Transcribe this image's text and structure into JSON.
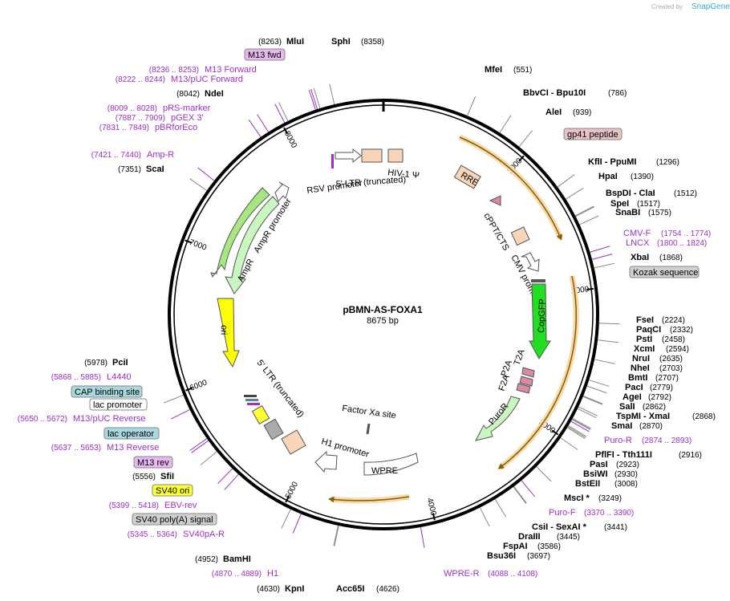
{
  "header": {
    "created_by": "Created by",
    "brand": "SnapGene"
  },
  "plasmid": {
    "name": "pBMN-AS-FOXA1",
    "length_label": "8675 bp",
    "total_bp": 8675
  },
  "ticks": [
    {
      "bp": 1000,
      "label": "1000"
    },
    {
      "bp": 2000,
      "label": "2000"
    },
    {
      "bp": 3000,
      "label": "3000"
    },
    {
      "bp": 4000,
      "label": "4000"
    },
    {
      "bp": 5000,
      "label": "5000"
    },
    {
      "bp": 6000,
      "label": "6000"
    },
    {
      "bp": 7000,
      "label": "7000"
    },
    {
      "bp": 8000,
      "label": "8000"
    }
  ],
  "sites": [
    {
      "bp": 8263,
      "pos": "(8263)",
      "name": "MluI",
      "kind": "enzyme"
    },
    {
      "bp": 8358,
      "pos": "(8358)",
      "name": "SphI",
      "kind": "enzyme"
    },
    {
      "bp": 551,
      "pos": "(551)",
      "name": "MfeI",
      "kind": "enzyme"
    },
    {
      "bp": 786,
      "pos": "(786)",
      "name": "BbvCI  -  Bpu10I",
      "kind": "enzyme"
    },
    {
      "bp": 939,
      "pos": "(939)",
      "name": "AleI",
      "kind": "enzyme"
    },
    {
      "bp": 1296,
      "pos": "(1296)",
      "name": "KflI  -  PpuMI",
      "kind": "enzyme"
    },
    {
      "bp": 1390,
      "pos": "(1390)",
      "name": "HpaI",
      "kind": "enzyme"
    },
    {
      "bp": 1512,
      "pos": "(1512)",
      "name": "BspDI  -  ClaI",
      "kind": "enzyme"
    },
    {
      "bp": 1517,
      "pos": "(1517)",
      "name": "SpeI",
      "kind": "enzyme"
    },
    {
      "bp": 1575,
      "pos": "(1575)",
      "name": "SnaBI",
      "kind": "enzyme"
    },
    {
      "bp": 1868,
      "pos": "(1868)",
      "name": "XbaI",
      "kind": "enzyme"
    },
    {
      "bp": 2224,
      "pos": "(2224)",
      "name": "FseI",
      "kind": "enzyme"
    },
    {
      "bp": 2332,
      "pos": "(2332)",
      "name": "PaqCI",
      "kind": "enzyme"
    },
    {
      "bp": 2458,
      "pos": "(2458)",
      "name": "PstI",
      "kind": "enzyme"
    },
    {
      "bp": 2594,
      "pos": "(2594)",
      "name": "XcmI",
      "kind": "enzyme"
    },
    {
      "bp": 2635,
      "pos": "(2635)",
      "name": "NruI",
      "kind": "enzyme"
    },
    {
      "bp": 2703,
      "pos": "(2703)",
      "name": "NheI",
      "kind": "enzyme"
    },
    {
      "bp": 2707,
      "pos": "(2707)",
      "name": "BmtI",
      "kind": "enzyme"
    },
    {
      "bp": 2779,
      "pos": "(2779)",
      "name": "PacI",
      "kind": "enzyme"
    },
    {
      "bp": 2792,
      "pos": "(2792)",
      "name": "AgeI",
      "kind": "enzyme"
    },
    {
      "bp": 2862,
      "pos": "(2862)",
      "name": "SalI",
      "kind": "enzyme"
    },
    {
      "bp": 2868,
      "pos": "(2868)",
      "name": "TspMI  -  XmaI",
      "kind": "enzyme"
    },
    {
      "bp": 2870,
      "pos": "(2870)",
      "name": "SmaI",
      "kind": "enzyme"
    },
    {
      "bp": 2916,
      "pos": "(2916)",
      "name": "PflFI  -  Tth111I",
      "kind": "enzyme"
    },
    {
      "bp": 2923,
      "pos": "(2923)",
      "name": "PasI",
      "kind": "enzyme"
    },
    {
      "bp": 2930,
      "pos": "(2930)",
      "name": "BsiWI",
      "kind": "enzyme"
    },
    {
      "bp": 3008,
      "pos": "(3008)",
      "name": "BstEII",
      "kind": "enzyme"
    },
    {
      "bp": 3249,
      "pos": "(3249)",
      "name": "MscI *",
      "kind": "enzyme"
    },
    {
      "bp": 3441,
      "pos": "(3441)",
      "name": "CsiI  -  SexAI *",
      "kind": "enzyme"
    },
    {
      "bp": 3445,
      "pos": "(3445)",
      "name": "DraIII",
      "kind": "enzyme"
    },
    {
      "bp": 3586,
      "pos": "(3586)",
      "name": "FspAI",
      "kind": "enzyme"
    },
    {
      "bp": 3697,
      "pos": "(3697)",
      "name": "Bsu36I",
      "kind": "enzyme"
    },
    {
      "bp": 4626,
      "pos": "(4626)",
      "name": "Acc65I",
      "kind": "enzyme"
    },
    {
      "bp": 4630,
      "pos": "(4630)",
      "name": "KpnI",
      "kind": "enzyme"
    },
    {
      "bp": 4952,
      "pos": "(4952)",
      "name": "BamHI",
      "kind": "enzyme"
    },
    {
      "bp": 5556,
      "pos": "(5556)",
      "name": "SfiI",
      "kind": "enzyme"
    },
    {
      "bp": 5978,
      "pos": "(5978)",
      "name": "PciI",
      "kind": "enzyme"
    },
    {
      "bp": 7351,
      "pos": "(7351)",
      "name": "ScaI",
      "kind": "enzyme"
    },
    {
      "bp": 8042,
      "pos": "(8042)",
      "name": "NdeI",
      "kind": "enzyme"
    }
  ],
  "primers": [
    {
      "bp": 8245,
      "pos": "(8236 .. 8253)",
      "name": "M13 Forward"
    },
    {
      "bp": 8233,
      "pos": "(8222 .. 8244)",
      "name": "M13/pUC Forward"
    },
    {
      "bp": 8018,
      "pos": "(8009 .. 8028)",
      "name": "pRS-marker"
    },
    {
      "bp": 7898,
      "pos": "(7887 .. 7909)",
      "name": "pGEX 3'"
    },
    {
      "bp": 7840,
      "pos": "(7831 .. 7849)",
      "name": "pBRforEco"
    },
    {
      "bp": 7430,
      "pos": "(7421 .. 7440)",
      "name": "Amp-R"
    },
    {
      "bp": 1764,
      "pos": "(1754 .. 1774)",
      "name": "CMV-F"
    },
    {
      "bp": 1812,
      "pos": "(1800 .. 1824)",
      "name": "LNCX"
    },
    {
      "bp": 2883,
      "pos": "(2874 .. 2893)",
      "name": "Puro-R"
    },
    {
      "bp": 3380,
      "pos": "(3370 .. 3390)",
      "name": "Puro-F"
    },
    {
      "bp": 4098,
      "pos": "(4088 .. 4108)",
      "name": "WPRE-R"
    },
    {
      "bp": 4879,
      "pos": "(4870 .. 4889)",
      "name": "H1"
    },
    {
      "bp": 5355,
      "pos": "(5345 .. 5364)",
      "name": "SV40pA-R"
    },
    {
      "bp": 5408,
      "pos": "(5399 .. 5418)",
      "name": "EBV-rev"
    },
    {
      "bp": 5645,
      "pos": "(5637 .. 5653)",
      "name": "M13 Reverse"
    },
    {
      "bp": 5661,
      "pos": "(5650 .. 5672)",
      "name": "M13/pUC Reverse"
    },
    {
      "bp": 5876,
      "pos": "(5868 .. 5885)",
      "name": "L4440"
    }
  ],
  "boxed_labels": [
    {
      "name": "M13 fwd",
      "fill": "#e7b8f0"
    },
    {
      "name": "gp41 peptide",
      "fill": "#e8c1c5"
    },
    {
      "name": "Kozak sequence",
      "fill": "#d0d0d0"
    },
    {
      "name": "CAP binding site",
      "fill": "#a8d8e0"
    },
    {
      "name": "lac promoter",
      "fill": "#ffffff"
    },
    {
      "name": "lac operator",
      "fill": "#a8d8e0"
    },
    {
      "name": "M13 rev",
      "fill": "#e7b8f0"
    },
    {
      "name": "SV40 ori",
      "fill": "#ffff33"
    },
    {
      "name": "SV40 poly(A) signal",
      "fill": "#d0d0d0"
    }
  ],
  "features": [
    {
      "name": "RSV promoter"
    },
    {
      "name": "5' LTR (truncated)"
    },
    {
      "name": "HIV-1 Ψ"
    },
    {
      "name": "RRE"
    },
    {
      "name": "cPPT/CTS"
    },
    {
      "name": "CMV promoter"
    },
    {
      "name": "CopGFP"
    },
    {
      "name": "P2A"
    },
    {
      "name": "T2A"
    },
    {
      "name": "F2A"
    },
    {
      "name": "PuroR"
    },
    {
      "name": "WPRE"
    },
    {
      "name": "H1 promoter"
    },
    {
      "name": "Factor Xa site"
    },
    {
      "name": "5' LTR (truncated)"
    },
    {
      "name": "ori"
    },
    {
      "name": "AmpR"
    },
    {
      "name": "AmpR promoter"
    }
  ],
  "colors": {
    "backbone": "#000000",
    "primer": "#9b2fc8",
    "orf_orange": "#f5a623",
    "ampr_green": "#a6e87f",
    "ori_yellow": "#ffff00",
    "gfp_green": "#22dd22",
    "feature_peach": "#f8d5b8",
    "brand_blue": "#38a9d8"
  }
}
